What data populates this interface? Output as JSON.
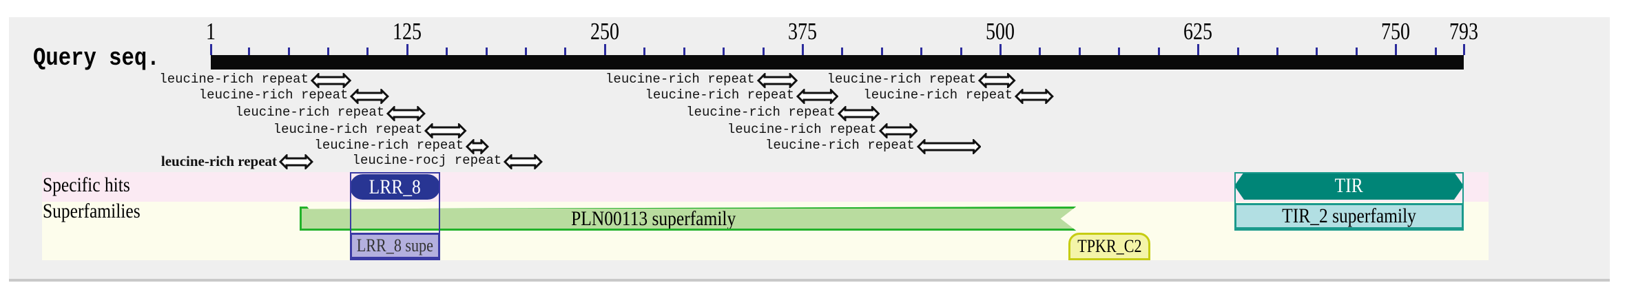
{
  "query": {
    "label": "Query seq.",
    "start": 1,
    "end": 793
  },
  "axis": {
    "minor_step": 25,
    "major_labels": [
      "1",
      "125",
      "250",
      "375",
      "500",
      "625",
      "750",
      "793"
    ],
    "major_values": [
      1,
      125,
      250,
      375,
      500,
      625,
      750,
      793
    ]
  },
  "rows": {
    "specific_label": "Specific hits",
    "superfamilies_label": "Superfamilies"
  },
  "repeats": [
    {
      "label": "leucine-rich repeat",
      "start": 65,
      "end": 89,
      "row": 0
    },
    {
      "label": "leucine-rich repeat",
      "start": 90,
      "end": 113,
      "row": 1
    },
    {
      "label": "leucine-rich repeat",
      "start": 113,
      "end": 136,
      "row": 2
    },
    {
      "label": "leucine-rich repeat",
      "start": 137,
      "end": 162,
      "row": 3
    },
    {
      "label": "leucine-rich repeat",
      "start": 163,
      "end": 176,
      "row": 4
    },
    {
      "label": "leucine-rich repeat",
      "start": 45,
      "end": 65,
      "row": 5,
      "bold": true
    },
    {
      "label": "leucine-rocj repeat",
      "start": 187,
      "end": 210,
      "row": 5
    },
    {
      "label": "leucine-rich repeat",
      "start": 347,
      "end": 371,
      "row": 0
    },
    {
      "label": "leucine-rich repeat",
      "start": 372,
      "end": 397,
      "row": 1
    },
    {
      "label": "leucine-rich repeat",
      "start": 398,
      "end": 423,
      "row": 2
    },
    {
      "label": "leucine-rich repeat",
      "start": 424,
      "end": 447,
      "row": 3
    },
    {
      "label": "leucine-rich repeat",
      "start": 448,
      "end": 487,
      "row": 4
    },
    {
      "label": "leucine-rich repeat",
      "start": 487,
      "end": 509,
      "row": 0
    },
    {
      "label": "leucine-rich repeat",
      "start": 510,
      "end": 533,
      "row": 1
    }
  ],
  "domains": [
    {
      "name": "LRR_8",
      "start": 89,
      "end": 146,
      "kind": "specific-oval",
      "fill": "#283593",
      "border": "#283593",
      "text": "#ffffff"
    },
    {
      "name": "TIR",
      "start": 648,
      "end": 793,
      "kind": "specific-hex",
      "fill": "#008577",
      "border": "#008577",
      "text": "#ffffff"
    },
    {
      "name": "PLN00113 superfamily",
      "start": 57,
      "end": 548,
      "kind": "super-flag",
      "fill": "#b9dc9f",
      "border": "#22b22a",
      "text": "#000000"
    },
    {
      "name": "TIR_2 superfamily",
      "start": 648,
      "end": 793,
      "kind": "super-top",
      "fill": "#b2dfe3",
      "border": "#1b9a8c",
      "text": "#000000"
    },
    {
      "name": "LRR_8 supe",
      "start": 89,
      "end": 146,
      "kind": "super-low",
      "fill": "#b4b0de",
      "border": "#3a3aa4",
      "text": "#333333"
    },
    {
      "name": "TPKR_C2",
      "start": 543,
      "end": 595,
      "kind": "super-low-round",
      "fill": "#f4f4a8",
      "border": "#c6cc12",
      "text": "#000000"
    }
  ]
}
